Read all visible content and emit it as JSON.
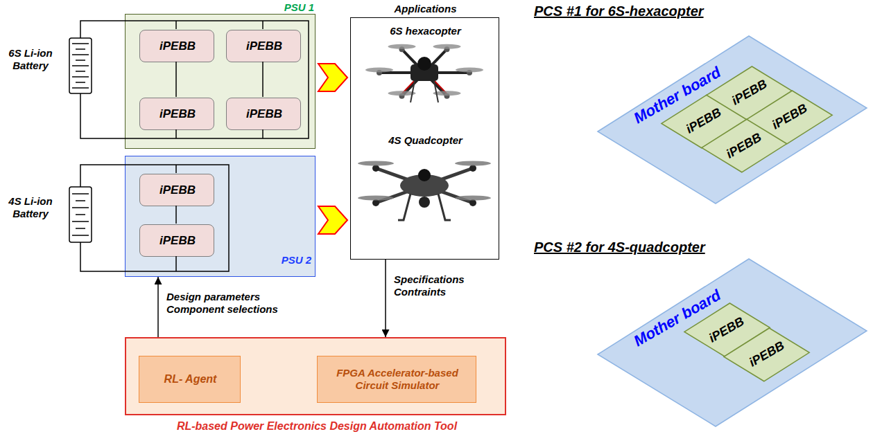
{
  "diagram": {
    "nodes": [
      {
        "text": [
          "PSU 1"
        ]
      },
      {
        "text": [
          "iPEBB"
        ],
        "in": 0
      },
      {
        "text": [
          "iPEBB"
        ],
        "in": 0
      },
      {
        "text": [
          "iPEBB"
        ],
        "in": 0
      },
      {
        "text": [
          "iPEBB"
        ],
        "in": 0
      },
      {
        "text": [
          "PSU 2"
        ]
      },
      {
        "text": [
          "iPEBB"
        ],
        "in": 5
      },
      {
        "text": [
          "iPEBB"
        ],
        "in": 5
      },
      {
        "text": [
          "Applications",
          "6S hexacopter",
          "4S Quadcopter"
        ]
      },
      {
        "text": [
          "RL-based Power Electronics Design Automation Tool"
        ]
      },
      {
        "text": [
          "RL- Agent"
        ],
        "in": 9
      },
      {
        "text": [
          "FPGA Accelerator-based Circuit Simulator"
        ],
        "in": 9
      },
      {
        "text": [
          "Mother board"
        ]
      },
      {
        "text": [
          "iPEBB"
        ],
        "in": 12
      },
      {
        "text": [
          "iPEBB"
        ],
        "in": 12
      },
      {
        "text": [
          "iPEBB"
        ],
        "in": 12
      },
      {
        "text": [
          "iPEBB"
        ],
        "in": 12
      },
      {
        "text": [
          "Mother board"
        ]
      },
      {
        "text": [
          "iPEBB"
        ],
        "in": 17
      },
      {
        "text": [
          "iPEBB"
        ],
        "in": 17
      }
    ],
    "edges": [
      {
        "from": 0,
        "to": 8,
        "arrow": "to"
      },
      {
        "from": 5,
        "to": 8,
        "arrow": "to"
      },
      {
        "from": 8,
        "to": 9,
        "label": "Specifications Contraints",
        "arrow": "to"
      },
      {
        "from": 9,
        "to": 5,
        "label": "Design parameters Component selections",
        "arrow": "to"
      },
      {
        "from": 10,
        "to": 11,
        "arrow": "to"
      },
      {
        "from": 11,
        "to": 10,
        "arrow": "to"
      }
    ],
    "labels": [
      "6S Li-ion Battery",
      "4S Li-ion Battery",
      "PCS #1 for 6S-hexacopter",
      "PCS #2 for 4S-quadcopter"
    ]
  }
}
